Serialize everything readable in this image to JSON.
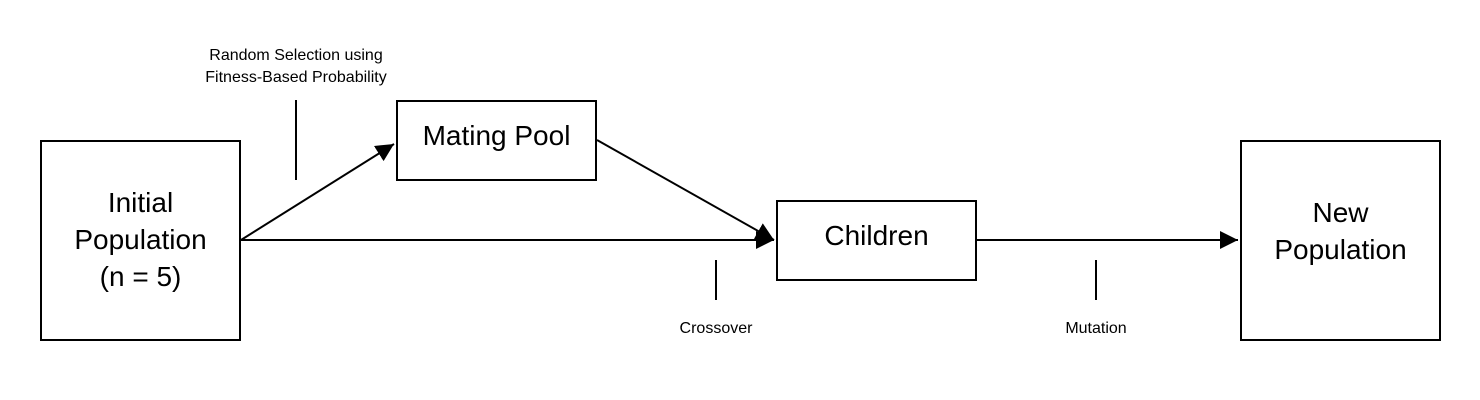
{
  "diagram": {
    "nodes": {
      "initial_population": {
        "lines": [
          "Initial",
          "Population",
          "(n = 5)"
        ]
      },
      "mating_pool": {
        "lines": [
          "Mating Pool"
        ]
      },
      "children": {
        "lines": [
          "Children"
        ]
      },
      "new_population": {
        "lines": [
          "New",
          "Population"
        ]
      }
    },
    "edge_labels": {
      "selection": [
        "Random Selection using",
        "Fitness-Based Probability"
      ],
      "crossover": "Crossover",
      "mutation": "Mutation"
    },
    "edges": [
      {
        "from": "initial_population",
        "to": "mating_pool"
      },
      {
        "from": "initial_population",
        "to": "children"
      },
      {
        "from": "mating_pool",
        "to": "children"
      },
      {
        "from": "children",
        "to": "new_population"
      }
    ],
    "colors": {
      "stroke": "#000000",
      "background": "#ffffff"
    }
  }
}
